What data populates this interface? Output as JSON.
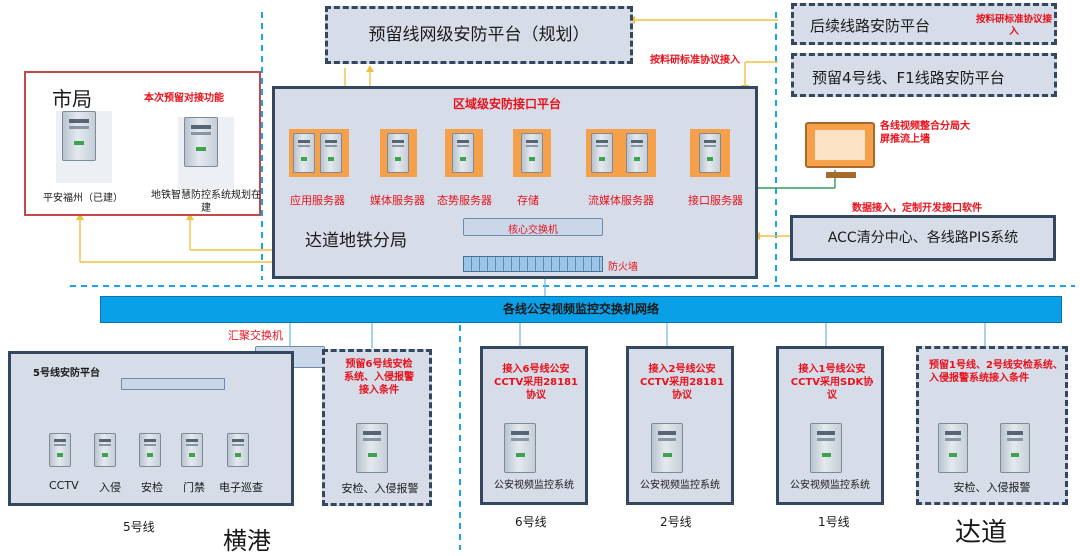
{
  "planned_platform": "预留线网级安防平台（规划）",
  "future_lines": "后续线路安防平台",
  "future_lines_note": "按料研标准协议接入",
  "reserved_lines": "预留4号线、F1线路安防平台",
  "reserved_access_note": "按料研标准协议接入",
  "city_bureau": {
    "title": "市局",
    "note": "本次预留对接功能",
    "server1": "平安福州（已建）",
    "server2": "地铁智慧防控系统规划在建"
  },
  "regional_platform": {
    "title": "区域级安防接口平台",
    "branch": "达道地铁分局",
    "servers": [
      "应用服务器",
      "媒体服务器",
      "态势服务器",
      "存储",
      "流媒体服务器",
      "接口服务器"
    ],
    "core_switch": "核心交换机",
    "firewall": "防火墙"
  },
  "video_wall": {
    "note": "各线视频整合分局大屏推流上墙"
  },
  "data_access_note": "数据接入，定制开发接口软件",
  "acc_center": "ACC清分中心、各线路PIS系统",
  "network_bar": "各线公安视频监控交换机网络",
  "agg_switch": "汇聚交换机",
  "line5": {
    "title": "5号线安防平台",
    "devices": [
      "CCTV",
      "入侵",
      "安检",
      "门禁",
      "电子巡查"
    ],
    "caption": "5号线"
  },
  "reserved6": {
    "note": "预留6号线安检系统、入侵报警接入条件",
    "label": "安检、入侵报警"
  },
  "line6": {
    "note": "接入6号线公安CCTV采用28181协议",
    "label": "公安视频监控系统",
    "caption": "6号线"
  },
  "line2": {
    "note": "接入2号线公安CCTV采用28181协议",
    "label": "公安视频监控系统",
    "caption": "2号线"
  },
  "line1": {
    "note": "接入1号线公安CCTV采用SDK协议",
    "label": "公安视频监控系统",
    "caption": "1号线"
  },
  "reserved12": {
    "note": "预留1号线、2号线安检系统、入侵报警系统接入条件",
    "label": "安检、入侵报警"
  },
  "region_henggang": "横港",
  "region_dadao": "达道",
  "colors": {
    "navy": "#33475e",
    "panel": "#d6dde9",
    "cyan": "#0aa0e8",
    "orange": "#f6a04a",
    "red": "#e8121c",
    "green": "#2e9d5a"
  }
}
